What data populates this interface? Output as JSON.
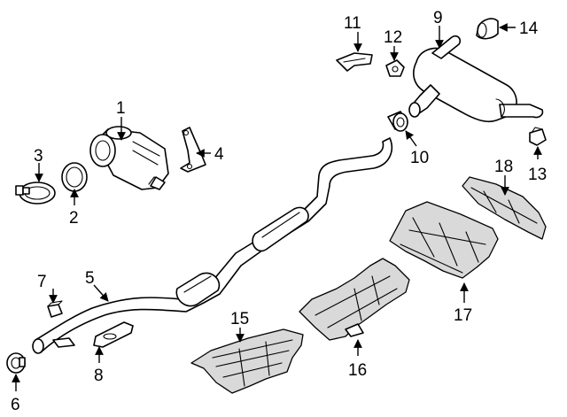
{
  "diagram": {
    "callouts": [
      {
        "id": "1",
        "label": "1"
      },
      {
        "id": "2",
        "label": "2"
      },
      {
        "id": "3",
        "label": "3"
      },
      {
        "id": "4",
        "label": "4"
      },
      {
        "id": "5",
        "label": "5"
      },
      {
        "id": "6",
        "label": "6"
      },
      {
        "id": "7",
        "label": "7"
      },
      {
        "id": "8",
        "label": "8"
      },
      {
        "id": "9",
        "label": "9"
      },
      {
        "id": "10",
        "label": "10"
      },
      {
        "id": "11",
        "label": "11"
      },
      {
        "id": "12",
        "label": "12"
      },
      {
        "id": "13",
        "label": "13"
      },
      {
        "id": "14",
        "label": "14"
      },
      {
        "id": "15",
        "label": "15"
      },
      {
        "id": "16",
        "label": "16"
      },
      {
        "id": "17",
        "label": "17"
      },
      {
        "id": "18",
        "label": "18"
      }
    ],
    "colors": {
      "line": "#000000",
      "background": "#ffffff",
      "shade": "#d9d9d9"
    }
  }
}
